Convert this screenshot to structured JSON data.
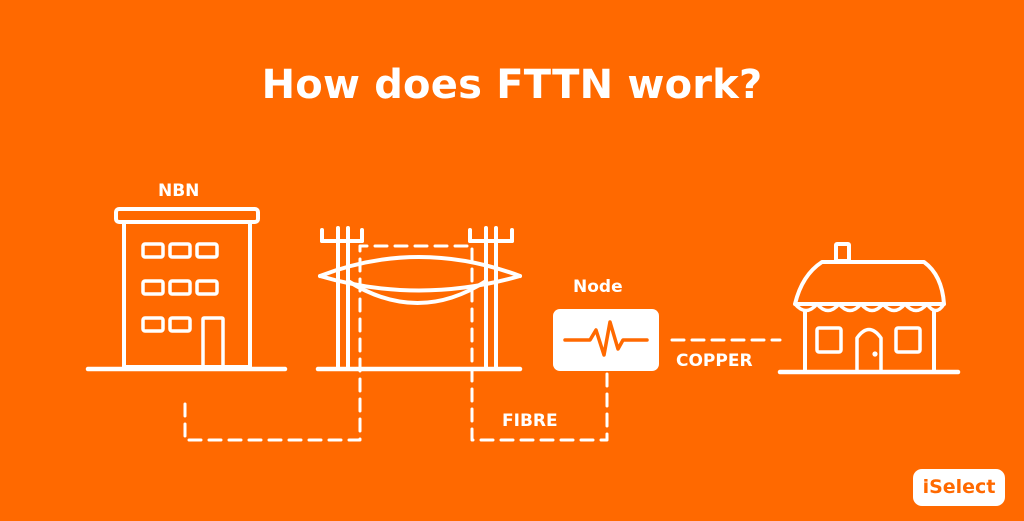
{
  "title": "How does FTTN work?",
  "labels": {
    "nbn": "NBN",
    "node": "Node",
    "copper": "COPPER",
    "fibre": "FIBRE"
  },
  "logo": {
    "text": "iSelect"
  },
  "icons": [
    "building-icon",
    "power-poles-icon",
    "node-box-icon",
    "pulse-icon",
    "house-icon"
  ],
  "colors": {
    "background": "#FF6900",
    "foreground": "#FFFFFF"
  }
}
